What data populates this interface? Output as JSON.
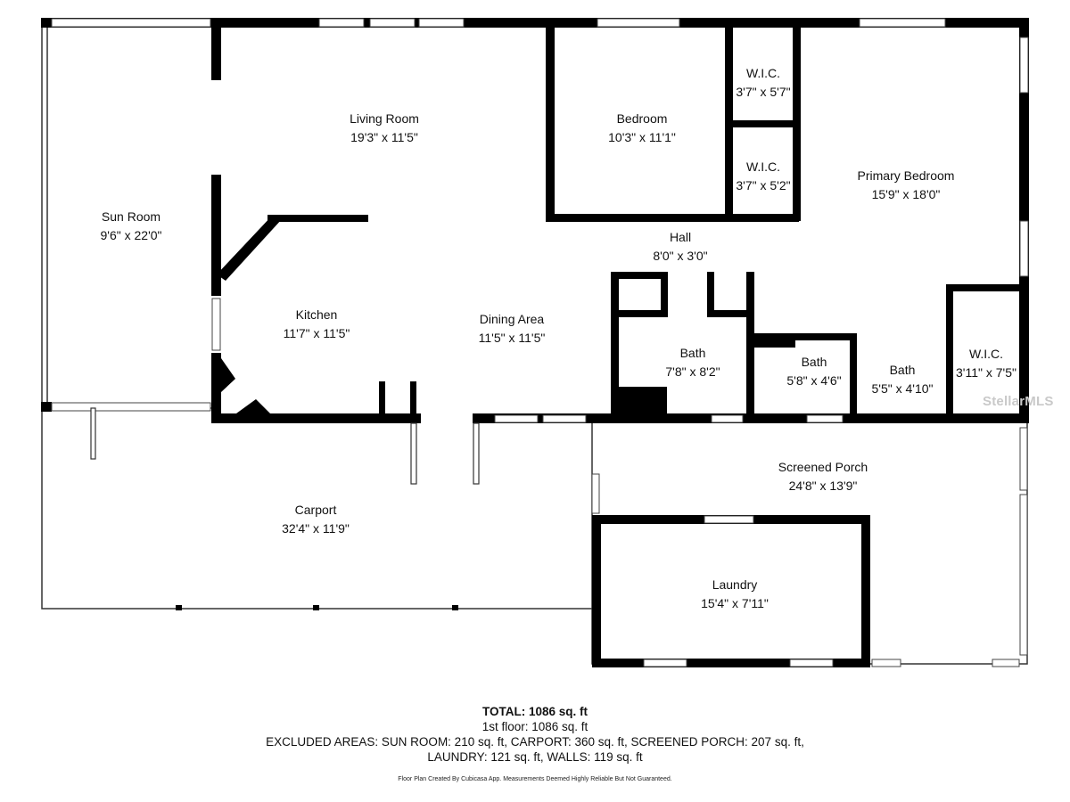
{
  "rooms": {
    "sun_room": {
      "name": "Sun Room",
      "dims": "9'6\" x 22'0\""
    },
    "living_room": {
      "name": "Living Room",
      "dims": "19'3\" x 11'5\""
    },
    "bedroom": {
      "name": "Bedroom",
      "dims": "10'3\" x 11'1\""
    },
    "wic_1": {
      "name": "W.I.C.",
      "dims": "3'7\" x 5'7\""
    },
    "wic_2": {
      "name": "W.I.C.",
      "dims": "3'7\" x 5'2\""
    },
    "primary_bedroom": {
      "name": "Primary Bedroom",
      "dims": "15'9\" x 18'0\""
    },
    "hall": {
      "name": "Hall",
      "dims": "8'0\" x 3'0\""
    },
    "kitchen": {
      "name": "Kitchen",
      "dims": "11'7\" x 11'5\""
    },
    "dining_area": {
      "name": "Dining Area",
      "dims": "11'5\" x 11'5\""
    },
    "bath_1": {
      "name": "Bath",
      "dims": "7'8\" x 8'2\""
    },
    "bath_2": {
      "name": "Bath",
      "dims": "5'8\" x 4'6\""
    },
    "bath_3": {
      "name": "Bath",
      "dims": "5'5\" x 4'10\""
    },
    "wic_3": {
      "name": "W.I.C.",
      "dims": "3'11\" x 7'5\""
    },
    "carport": {
      "name": "Carport",
      "dims": "32'4\" x 11'9\""
    },
    "screened_porch": {
      "name": "Screened Porch",
      "dims": "24'8\" x 13'9\""
    },
    "laundry": {
      "name": "Laundry",
      "dims": "15'4\" x 7'11\""
    }
  },
  "watermark": "StellarMLS",
  "footer": {
    "total": "TOTAL: 1086 sq. ft",
    "floor": "1st floor: 1086 sq. ft",
    "excluded_line1": "EXCLUDED AREAS: SUN ROOM: 210 sq. ft, CARPORT: 360 sq. ft, SCREENED PORCH: 207 sq. ft,",
    "excluded_line2": "LAUNDRY: 121 sq. ft, WALLS: 119 sq. ft",
    "credit": "Floor Plan Created By Cubicasa App. Measurements Deemed Highly Reliable But Not Guaranteed."
  },
  "colors": {
    "wall": "#000000",
    "window": "#ffffff",
    "thin_wall": "#222222"
  }
}
